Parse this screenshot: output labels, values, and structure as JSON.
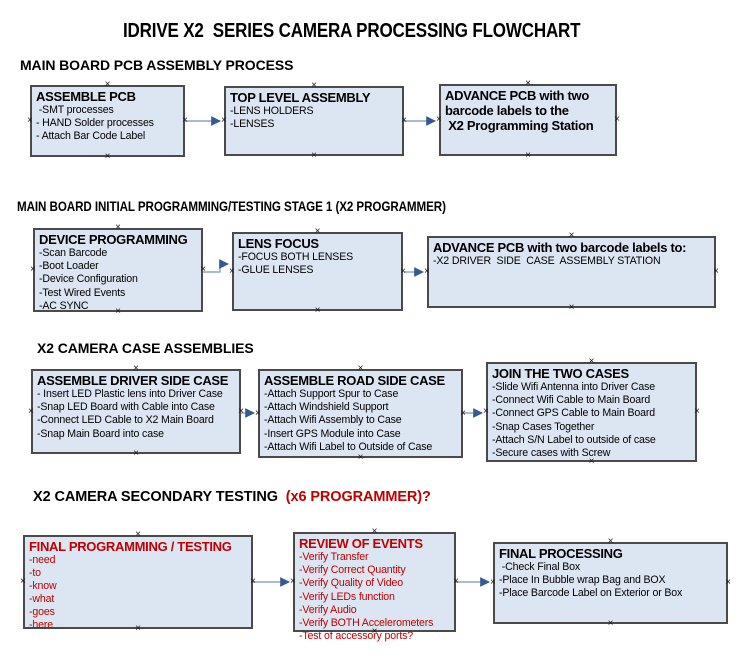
{
  "title": "IDRIVE X2  SERIES CAMERA PROCESSING FLOWCHART",
  "icons": {
    "anchor_glyph": "×"
  },
  "colors": {
    "box_fill": "#dce6f2",
    "box_border": "#4a4a4a",
    "arrow_line": "#8ca6c5",
    "arrow_head": "#36598e",
    "red": "#c00000",
    "text": "#000000",
    "background": "#ffffff"
  },
  "sections": [
    {
      "header": "MAIN BOARD PCB ASSEMBLY PROCESS",
      "boxes": [
        {
          "title": "ASSEMBLE PCB",
          "lines": [
            " -SMT processes",
            "- HAND Solder processes",
            "- Attach Bar Code Label"
          ]
        },
        {
          "title": "TOP LEVEL ASSEMBLY",
          "lines": [
            "-LENS HOLDERS",
            "-LENSES"
          ]
        },
        {
          "title": "ADVANCE PCB with two\nbarcode labels to the\n X2 Programming Station",
          "lines": []
        }
      ]
    },
    {
      "header": "MAIN BOARD INITIAL PROGRAMMING/TESTING STAGE 1 (X2 PROGRAMMER)",
      "boxes": [
        {
          "title": "DEVICE PROGRAMMING",
          "lines": [
            "-Scan Barcode",
            "-Boot Loader",
            "-Device Configuration",
            "-Test Wired Events",
            "-AC SYNC"
          ]
        },
        {
          "title": "LENS FOCUS",
          "lines": [
            "-FOCUS BOTH LENSES",
            "-GLUE LENSES"
          ]
        },
        {
          "title": "ADVANCE PCB with two barcode labels to:",
          "lines": [
            "-X2 DRIVER  SIDE  CASE  ASSEMBLY STATION"
          ]
        }
      ]
    },
    {
      "header": "X2 CAMERA CASE ASSEMBLIES",
      "boxes": [
        {
          "title": "ASSEMBLE DRIVER SIDE CASE",
          "lines": [
            "- Insert LED Plastic lens into Driver Case",
            "-Snap LED Board with Cable into Case",
            "-Connect LED Cable to X2 Main Board",
            "-Snap Main Board into case"
          ]
        },
        {
          "title": "ASSEMBLE ROAD SIDE CASE",
          "lines": [
            "-Attach Support Spur to Case",
            "-Attach Windshield Support",
            "-Attach Wifi Assembly to Case",
            "-Insert GPS Module into Case",
            "-Attach Wifi Label to Outside of Case"
          ]
        },
        {
          "title": "JOIN THE TWO CASES",
          "lines": [
            "-Slide Wifi Antenna into Driver Case",
            "-Connect Wifi Cable to Main Board",
            "-Connect GPS Cable to Main Board",
            "-Snap Cases Together",
            "-Attach S/N Label to outside of case",
            "-Secure cases with Screw"
          ]
        }
      ]
    },
    {
      "header": "X2 CAMERA SECONDARY TESTING ",
      "header_red": " (x6 PROGRAMMER)?",
      "boxes": [
        {
          "title": "FINAL PROGRAMMING / TESTING",
          "lines": [
            "-need",
            "-to",
            "-know",
            "-what",
            "-goes",
            "-here"
          ]
        },
        {
          "title": "REVIEW OF EVENTS",
          "lines": [
            "-Verify Transfer",
            "-Verify Correct Quantity",
            "-Verify Quality of Video",
            "-Verify LEDs function",
            "-Verify Audio",
            "-Verify BOTH Accelerometers",
            "-Test of accessory ports?"
          ]
        },
        {
          "title": "FINAL PROCESSING",
          "lines": [
            " -Check Final Box",
            "-Place In Bubble wrap Bag and BOX",
            "-Place Barcode Label on Exterior or Box"
          ]
        }
      ]
    }
  ]
}
